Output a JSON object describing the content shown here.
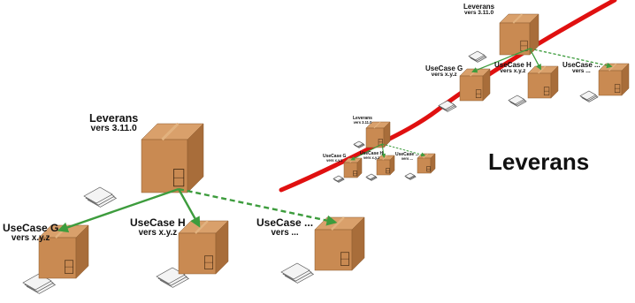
{
  "heading": "Leverans",
  "colors": {
    "arrow": "#3d9c3d",
    "timeline": "#e01010",
    "box_top": "#d9a06b",
    "box_front": "#c98a52",
    "box_side": "#a86d3a",
    "tape": "#e2b27f",
    "paper": "#f4f4f4"
  },
  "icons": {
    "box": "cardboard-box-icon",
    "document": "document-stack-icon",
    "arrow": "green-arrow-icon"
  },
  "groups": [
    {
      "id": "large",
      "release": {
        "name": "Leverans",
        "version": "vers 3.11.0"
      },
      "children": [
        {
          "name": "UseCase G",
          "version": "vers x.y.z",
          "planned": false
        },
        {
          "name": "UseCase H",
          "version": "vers x.y.z",
          "planned": false
        },
        {
          "name": "UseCase ...",
          "version": "vers ...",
          "planned": true
        }
      ]
    },
    {
      "id": "medium",
      "release": {
        "name": "Leverans",
        "version": "vers 3.11.0"
      },
      "children": [
        {
          "name": "UseCase G",
          "version": "vers x.y.z",
          "planned": false
        },
        {
          "name": "UseCase H",
          "version": "vers x.y.z",
          "planned": false
        },
        {
          "name": "UseCase ...",
          "version": "vers ...",
          "planned": true
        }
      ]
    },
    {
      "id": "small",
      "release": {
        "name": "Leverans",
        "version": "vers 3.11.0"
      },
      "children": [
        {
          "name": "UseCase G",
          "version": "vers x.y.z",
          "planned": false
        },
        {
          "name": "UseCase H",
          "version": "vers x.y.z",
          "planned": false
        },
        {
          "name": "UseCase ...",
          "version": "vers ...",
          "planned": true
        }
      ]
    }
  ]
}
